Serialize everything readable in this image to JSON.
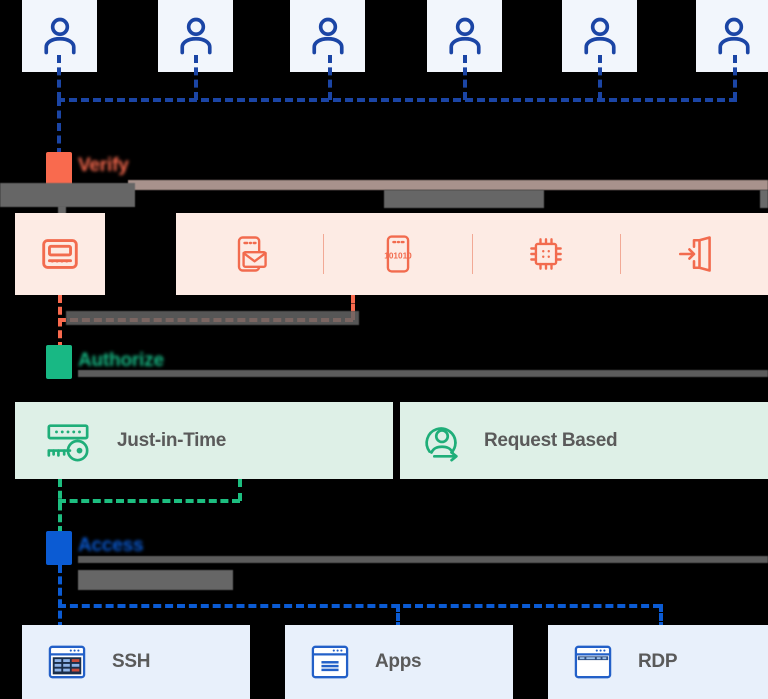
{
  "diagram": {
    "title_redacted": true,
    "background": "#000000"
  },
  "colors": {
    "verify": "#F96A4E",
    "authorize": "#18B884",
    "access": "#0B5BD3",
    "user_blue": "#1B45A5",
    "card_orange_bg": "#FDEBE4",
    "card_green_bg": "#DEF0E7",
    "card_blue_bg": "#E8F0FB",
    "user_tile_bg": "#F2F6FC",
    "label_gray": "#5A5A5A",
    "redaction_gray": "#666666"
  },
  "users": {
    "icon": "user-icon",
    "count": 6,
    "items": [
      {
        "icon": "user-icon"
      },
      {
        "icon": "user-icon"
      },
      {
        "icon": "user-icon"
      },
      {
        "icon": "user-icon"
      },
      {
        "icon": "user-icon"
      },
      {
        "icon": "user-icon"
      }
    ]
  },
  "stages": {
    "verify": {
      "label": "Verify",
      "color": "#F96A4E",
      "chip": "verify-chip",
      "subtitle_redacted": "",
      "strip_title_redacted": ""
    },
    "authorize": {
      "label": "Authorize",
      "color": "#18B884",
      "chip": "authorize-chip",
      "subtitle_redacted": ""
    },
    "access": {
      "label": "Access",
      "color": "#0B5BD3",
      "chip": "access-chip",
      "subtitle_redacted": ""
    }
  },
  "verify_section": {
    "primary_card": {
      "icon": "card-reader-icon",
      "label": ""
    },
    "methods": [
      {
        "icon": "phone-email-icon",
        "label": ""
      },
      {
        "icon": "phone-otp-code-icon",
        "label": "101010"
      },
      {
        "icon": "hardware-token-chip-icon",
        "label": ""
      },
      {
        "icon": "sso-door-login-icon",
        "label": ""
      }
    ]
  },
  "authorize_section": {
    "cards": [
      {
        "icon": "key-password-icon",
        "label": "Just-in-Time"
      },
      {
        "icon": "user-request-icon",
        "label": "Request Based"
      }
    ]
  },
  "access_section": {
    "cards": [
      {
        "icon": "terminal-ssh-icon",
        "label": "SSH"
      },
      {
        "icon": "browser-apps-icon",
        "label": "Apps"
      },
      {
        "icon": "remote-desktop-icon",
        "label": "RDP"
      }
    ]
  }
}
